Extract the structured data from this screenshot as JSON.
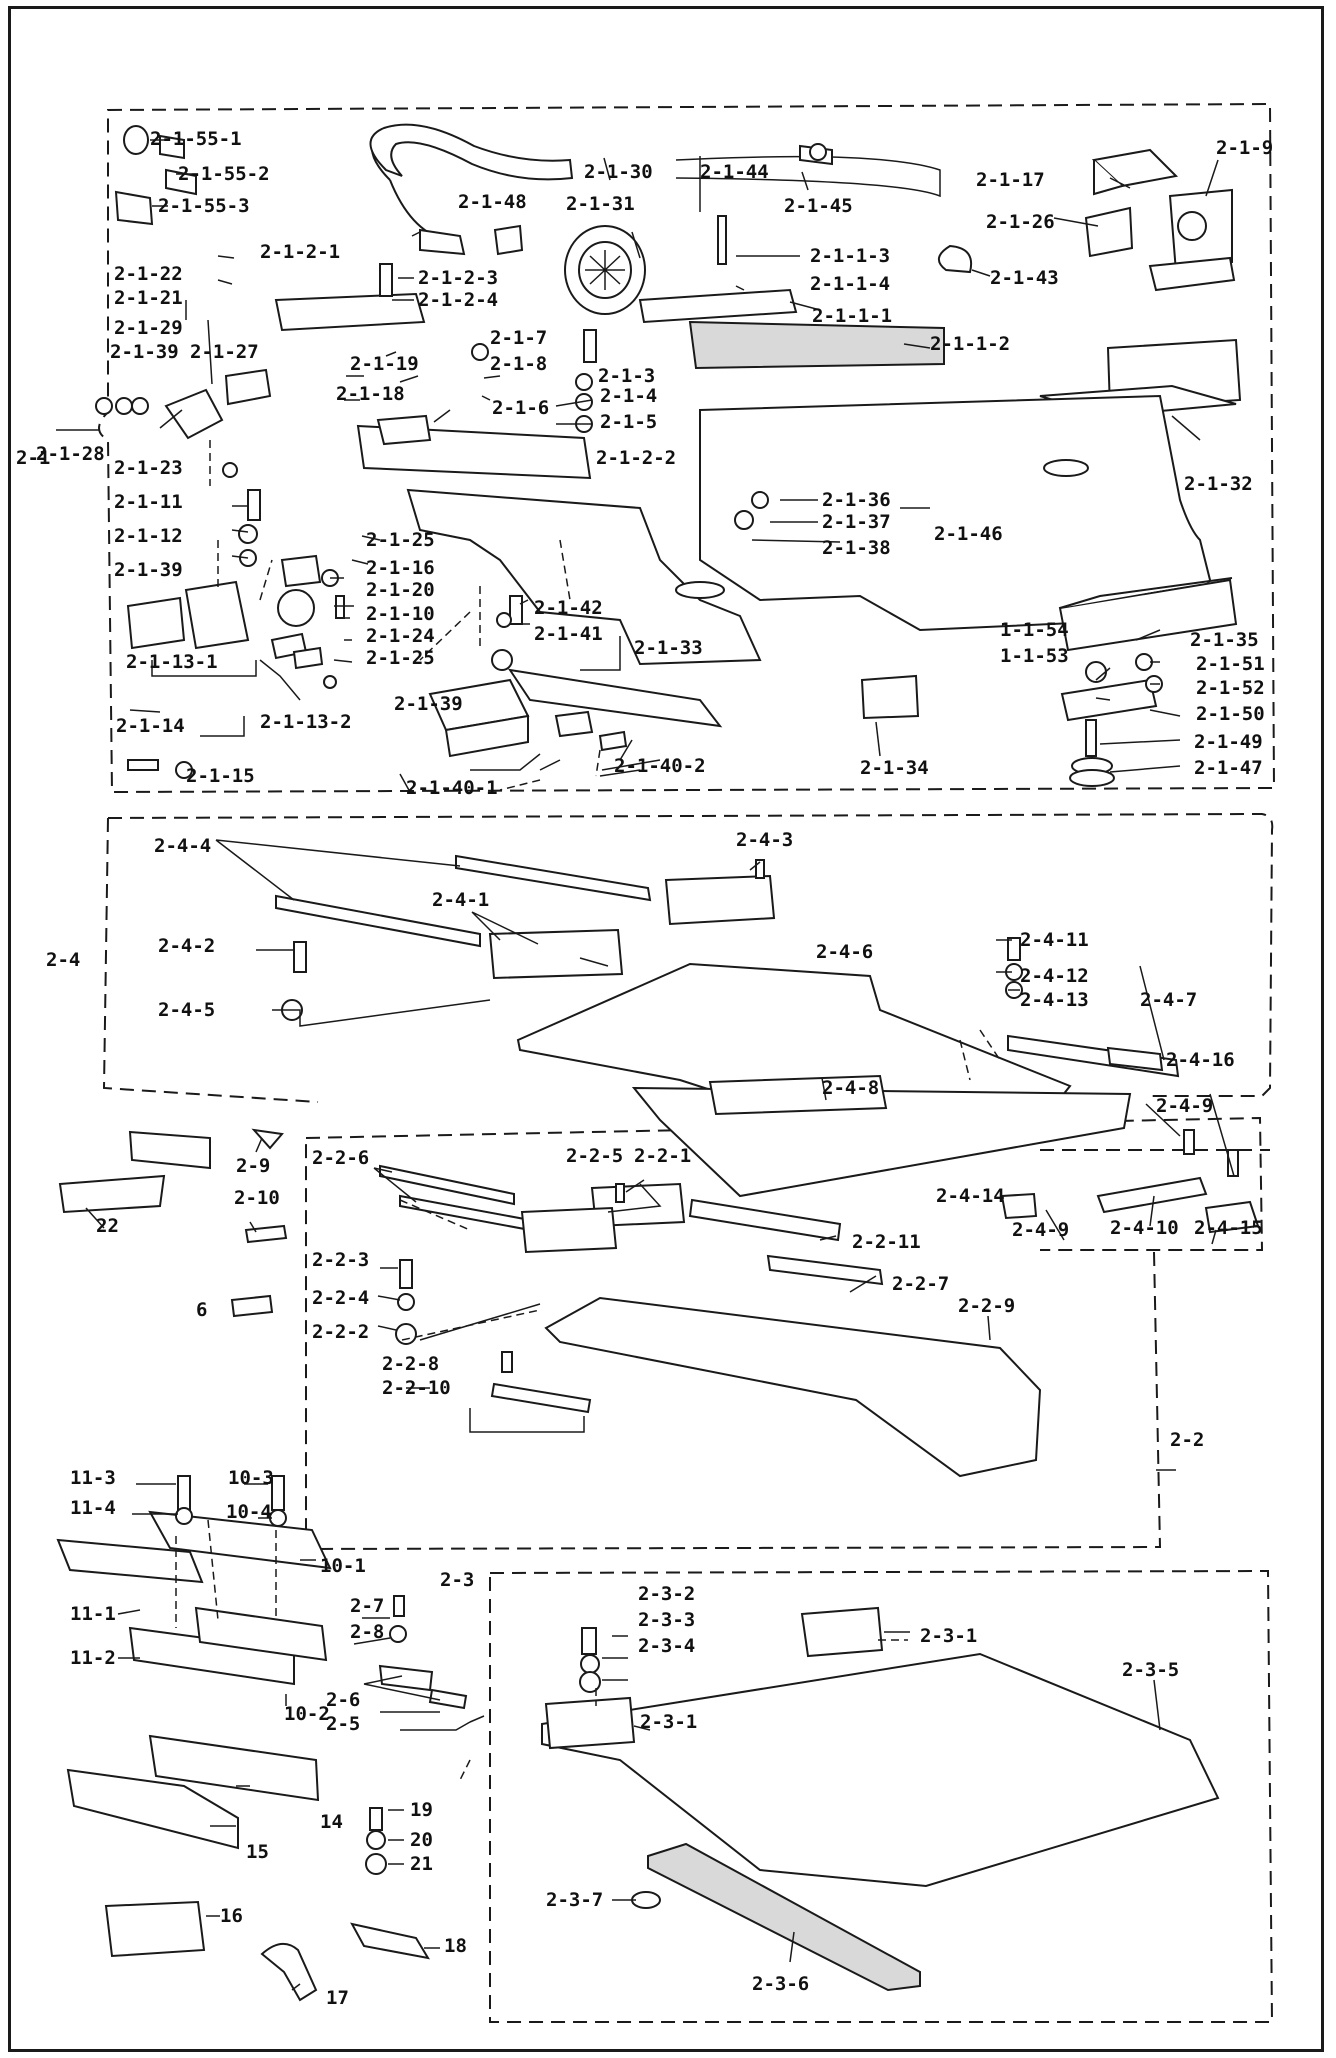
{
  "group_labels": {
    "g21": "2-1",
    "g24": "2-4",
    "g22": "2-2",
    "g23": "2-3"
  },
  "labels": {
    "g21": [
      "2-1-55-1",
      "2-1-55-2",
      "2-1-55-3",
      "2-1-30",
      "2-1-44",
      "2-1-45",
      "2-1-17",
      "2-1-9",
      "2-1-48",
      "2-1-31",
      "2-1-26",
      "2-1-43",
      "2-1-1-3",
      "2-1-1-4",
      "2-1-1-1",
      "2-1-1-2",
      "2-1-2-1",
      "2-1-2-3",
      "2-1-2-4",
      "2-1-22",
      "2-1-21",
      "2-1-29",
      "2-1-39",
      "2-1-27",
      "2-1-7",
      "2-1-8",
      "2-1-3",
      "2-1-19",
      "2-1-18",
      "2-1-4",
      "2-1-6",
      "2-1-5",
      "2-1-28",
      "2-1-2-2",
      "2-1-32",
      "2-1-23",
      "2-1-11",
      "2-1-12",
      "2-1-39",
      "2-1-25",
      "2-1-16",
      "2-1-20",
      "2-1-10",
      "2-1-24",
      "2-1-25",
      "2-1-36",
      "2-1-37",
      "2-1-38",
      "2-1-46",
      "2-1-13-1",
      "2-1-13-2",
      "2-1-42",
      "2-1-41",
      "2-1-33",
      "2-1-35",
      "1-1-54",
      "2-1-51",
      "1-1-53",
      "2-1-52",
      "2-1-50",
      "2-1-14",
      "2-1-15",
      "2-1-39",
      "2-1-40-1",
      "2-1-40-2",
      "2-1-34",
      "2-1-49",
      "2-1-47"
    ],
    "g24": [
      "2-4-4",
      "2-4-3",
      "2-4-1",
      "2-4-2",
      "2-4-6",
      "2-4-11",
      "2-4-12",
      "2-4-5",
      "2-4-13",
      "2-4-7",
      "2-4-16",
      "2-4-8",
      "2-4-9",
      "2-4-14",
      "2-4-9",
      "2-4-10",
      "2-4-15"
    ],
    "g22": [
      "2-2-5",
      "2-2-1",
      "2-2-6",
      "2-2-3",
      "2-2-11",
      "2-2-4",
      "2-2-7",
      "2-2-2",
      "2-2-8",
      "2-2-9",
      "2-2-10"
    ],
    "g23": [
      "2-3-2",
      "2-3-1",
      "2-3-3",
      "2-3-4",
      "2-3-5",
      "2-3-1",
      "2-3-7",
      "2-3-6"
    ],
    "loose": [
      "22",
      "2-9",
      "2-10",
      "6",
      "11-3",
      "10-3",
      "11-4",
      "10-4",
      "10-1",
      "2-7",
      "11-1",
      "2-8",
      "11-2",
      "10-2",
      "2-6",
      "2-5",
      "19",
      "20",
      "21",
      "14",
      "15",
      "16",
      "18",
      "17"
    ]
  }
}
